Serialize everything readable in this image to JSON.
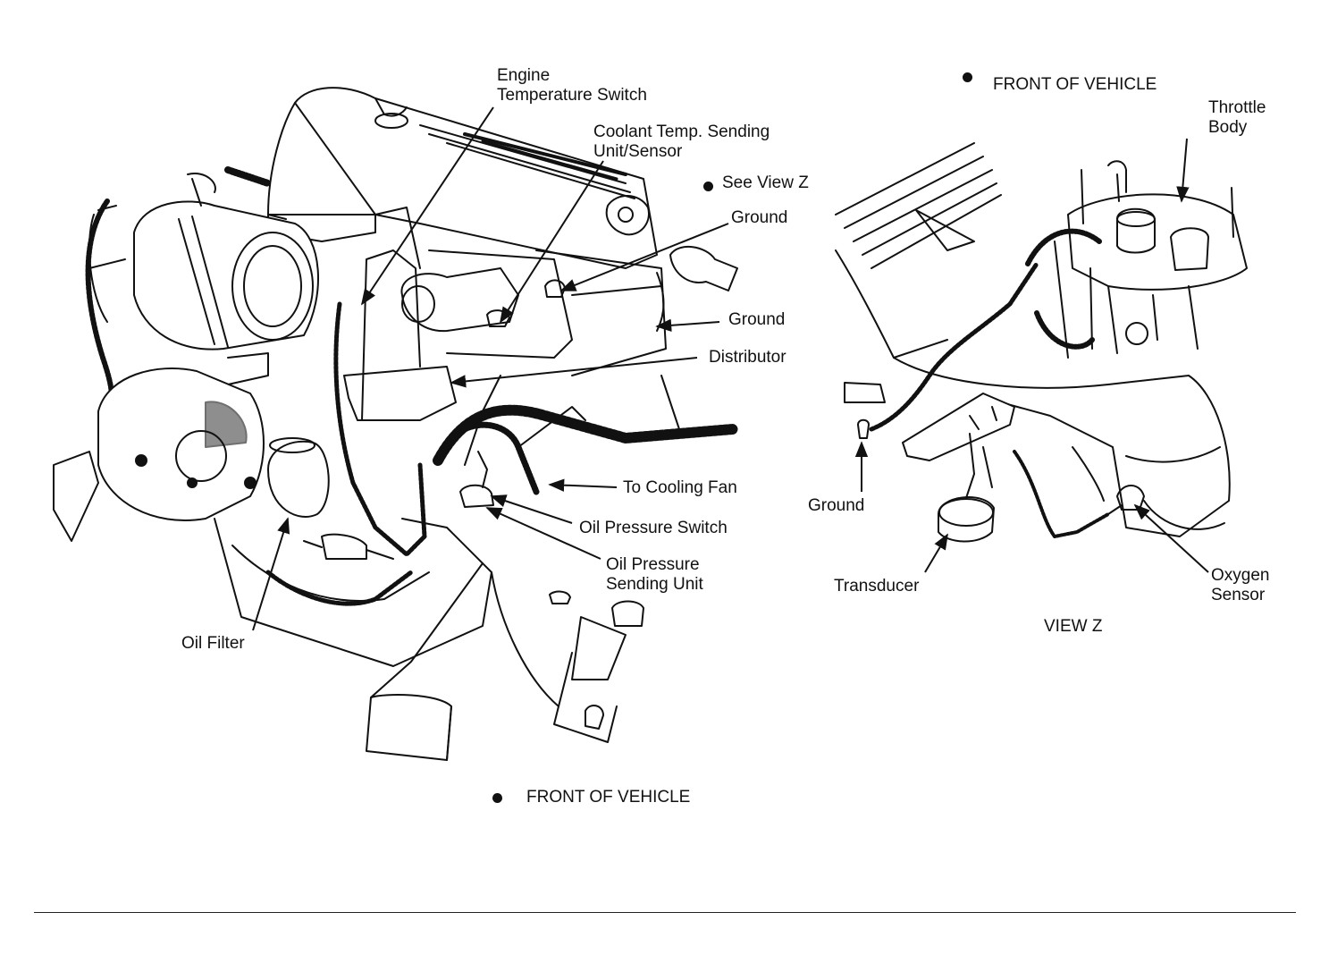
{
  "main_view": {
    "engine_temp_switch": [
      "Engine",
      "Temperature Switch"
    ],
    "coolant_sensor": [
      "Coolant Temp. Sending",
      "Unit/Sensor"
    ],
    "see_view_z": "See View Z",
    "ground_upper": "Ground",
    "ground_lower": "Ground",
    "distributor": "Distributor",
    "cooling_fan": "To Cooling Fan",
    "oil_pressure_switch": "Oil Pressure Switch",
    "oil_pressure_sending": [
      "Oil Pressure",
      "Sending Unit"
    ],
    "oil_filter": "Oil Filter",
    "front_of_vehicle": "FRONT OF VEHICLE"
  },
  "view_z": {
    "front_of_vehicle": "FRONT OF VEHICLE",
    "throttle_body": [
      "Throttle",
      "Body"
    ],
    "ground": "Ground",
    "transducer": "Transducer",
    "oxygen_sensor": [
      "Oxygen",
      "Sensor"
    ],
    "title": "VIEW Z"
  }
}
